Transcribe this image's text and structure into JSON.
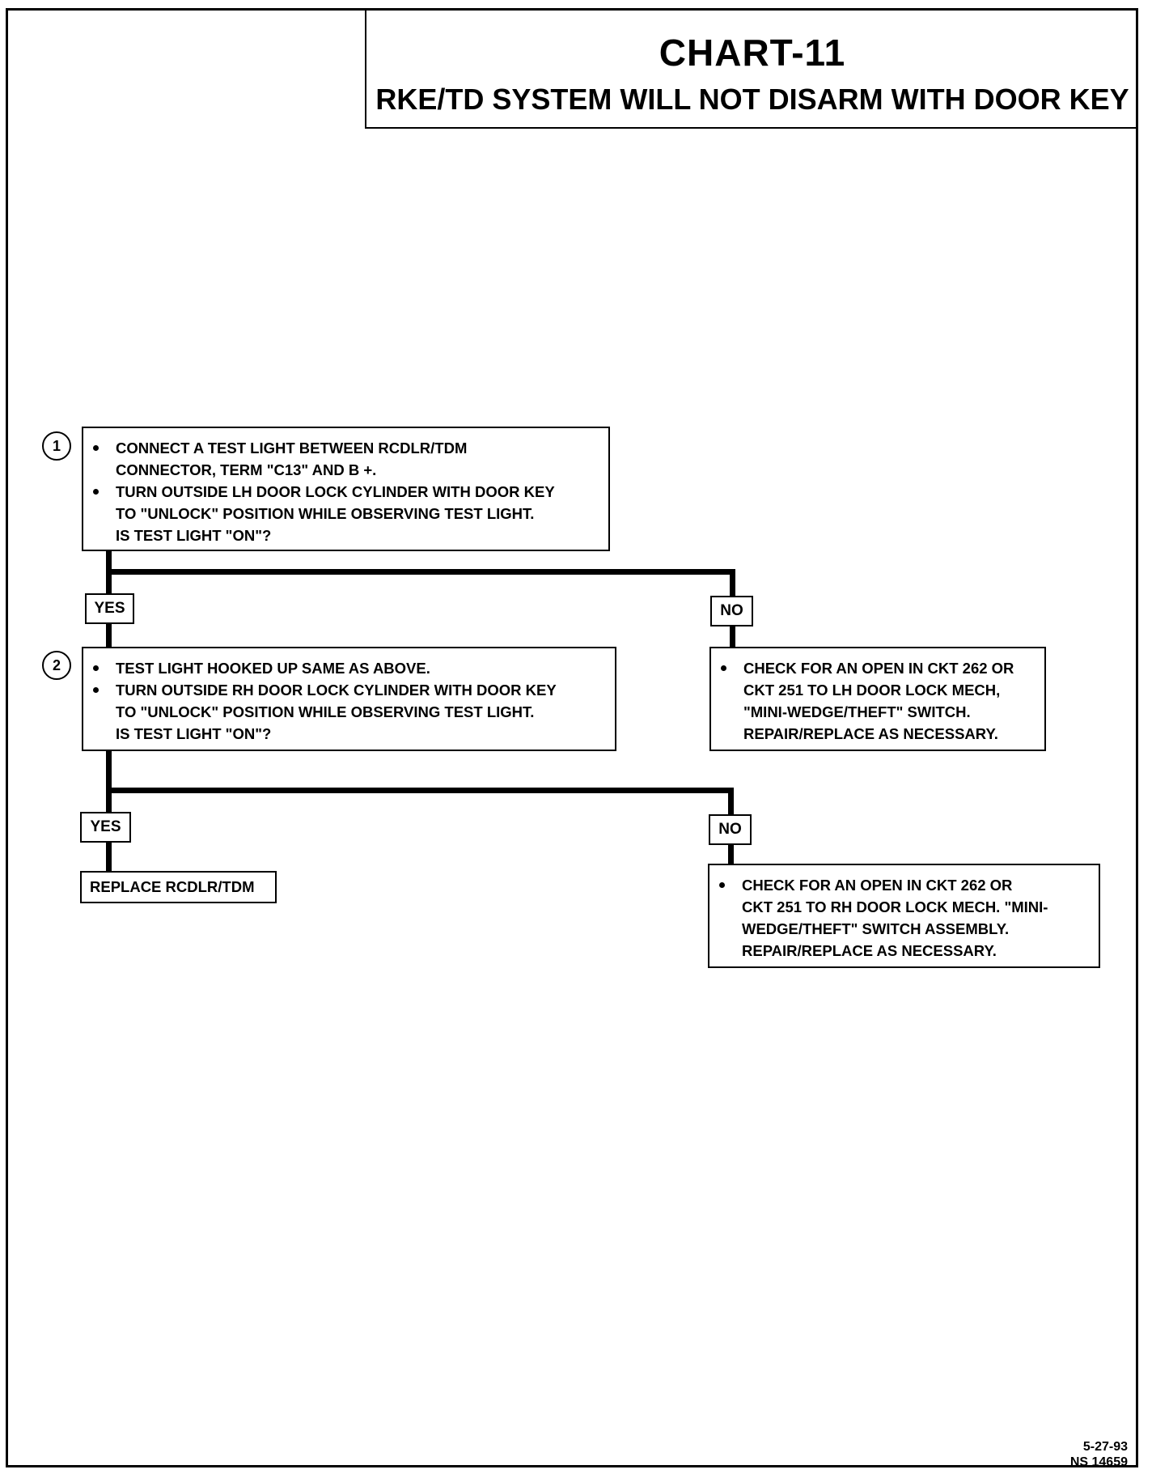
{
  "header": {
    "title": "CHART-11",
    "subtitle": "RKE/TD SYSTEM WILL NOT DISARM WITH DOOR KEY"
  },
  "step1": {
    "number": "1",
    "line1": "CONNECT A TEST LIGHT BETWEEN RCDLR/TDM",
    "line2": "CONNECTOR, TERM \"C13\" AND B +.",
    "line3": "TURN OUTSIDE LH DOOR LOCK CYLINDER WITH DOOR KEY",
    "line4": "TO \"UNLOCK\" POSITION WHILE OBSERVING TEST LIGHT.",
    "line5": "IS TEST LIGHT \"ON\"?"
  },
  "branch1": {
    "yes": "YES",
    "no": "NO"
  },
  "step2": {
    "number": "2",
    "line1": "TEST LIGHT HOOKED UP SAME AS ABOVE.",
    "line2": "TURN OUTSIDE RH DOOR LOCK CYLINDER WITH DOOR KEY",
    "line3": "TO \"UNLOCK\" POSITION WHILE OBSERVING TEST LIGHT.",
    "line4": "IS TEST LIGHT \"ON\"?"
  },
  "no1_action": {
    "line1": "CHECK FOR AN OPEN IN CKT 262 OR",
    "line2": "CKT 251 TO LH DOOR LOCK MECH,",
    "line3": "\"MINI-WEDGE/THEFT\" SWITCH.",
    "line4": "REPAIR/REPLACE AS NECESSARY."
  },
  "branch2": {
    "yes": "YES",
    "no": "NO"
  },
  "yes2_action": "REPLACE RCDLR/TDM",
  "no2_action": {
    "line1": "CHECK FOR AN OPEN IN CKT 262 OR",
    "line2": "CKT 251 TO RH DOOR  LOCK MECH. \"MINI-",
    "line3": "WEDGE/THEFT\" SWITCH ASSEMBLY.",
    "line4": "REPAIR/REPLACE AS NECESSARY."
  },
  "footer": {
    "date": "5-27-93",
    "code": "NS 14659"
  }
}
